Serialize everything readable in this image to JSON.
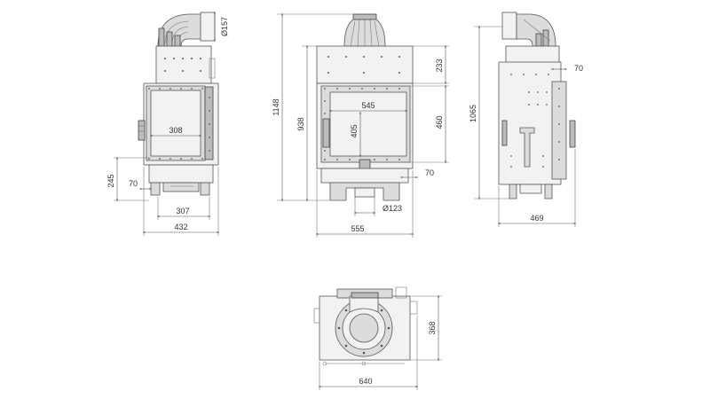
{
  "dimensions": {
    "front_pipe_diameter": "Ø157",
    "front_glass_width": "308",
    "front_height_low": "245",
    "front_leg_offset": "70",
    "front_leg_span": "307",
    "front_total_width": "432",
    "center_total_height": "1148",
    "center_body_height": "938",
    "center_top": "233",
    "center_glass_width": "545",
    "center_glass_height_inner": "405",
    "center_glass_height": "460",
    "center_bottom_offset": "70",
    "center_pipe_diameter": "Ø123",
    "center_total_width": "555",
    "side_height": "1065",
    "side_offset": "70",
    "side_depth": "469",
    "top_depth": "368",
    "top_width": "640"
  },
  "colors": {
    "line": "#444444",
    "light_fill": "#f2f2f2",
    "mid_fill": "#dcdcdc",
    "dark_fill": "#bcbcbc"
  }
}
